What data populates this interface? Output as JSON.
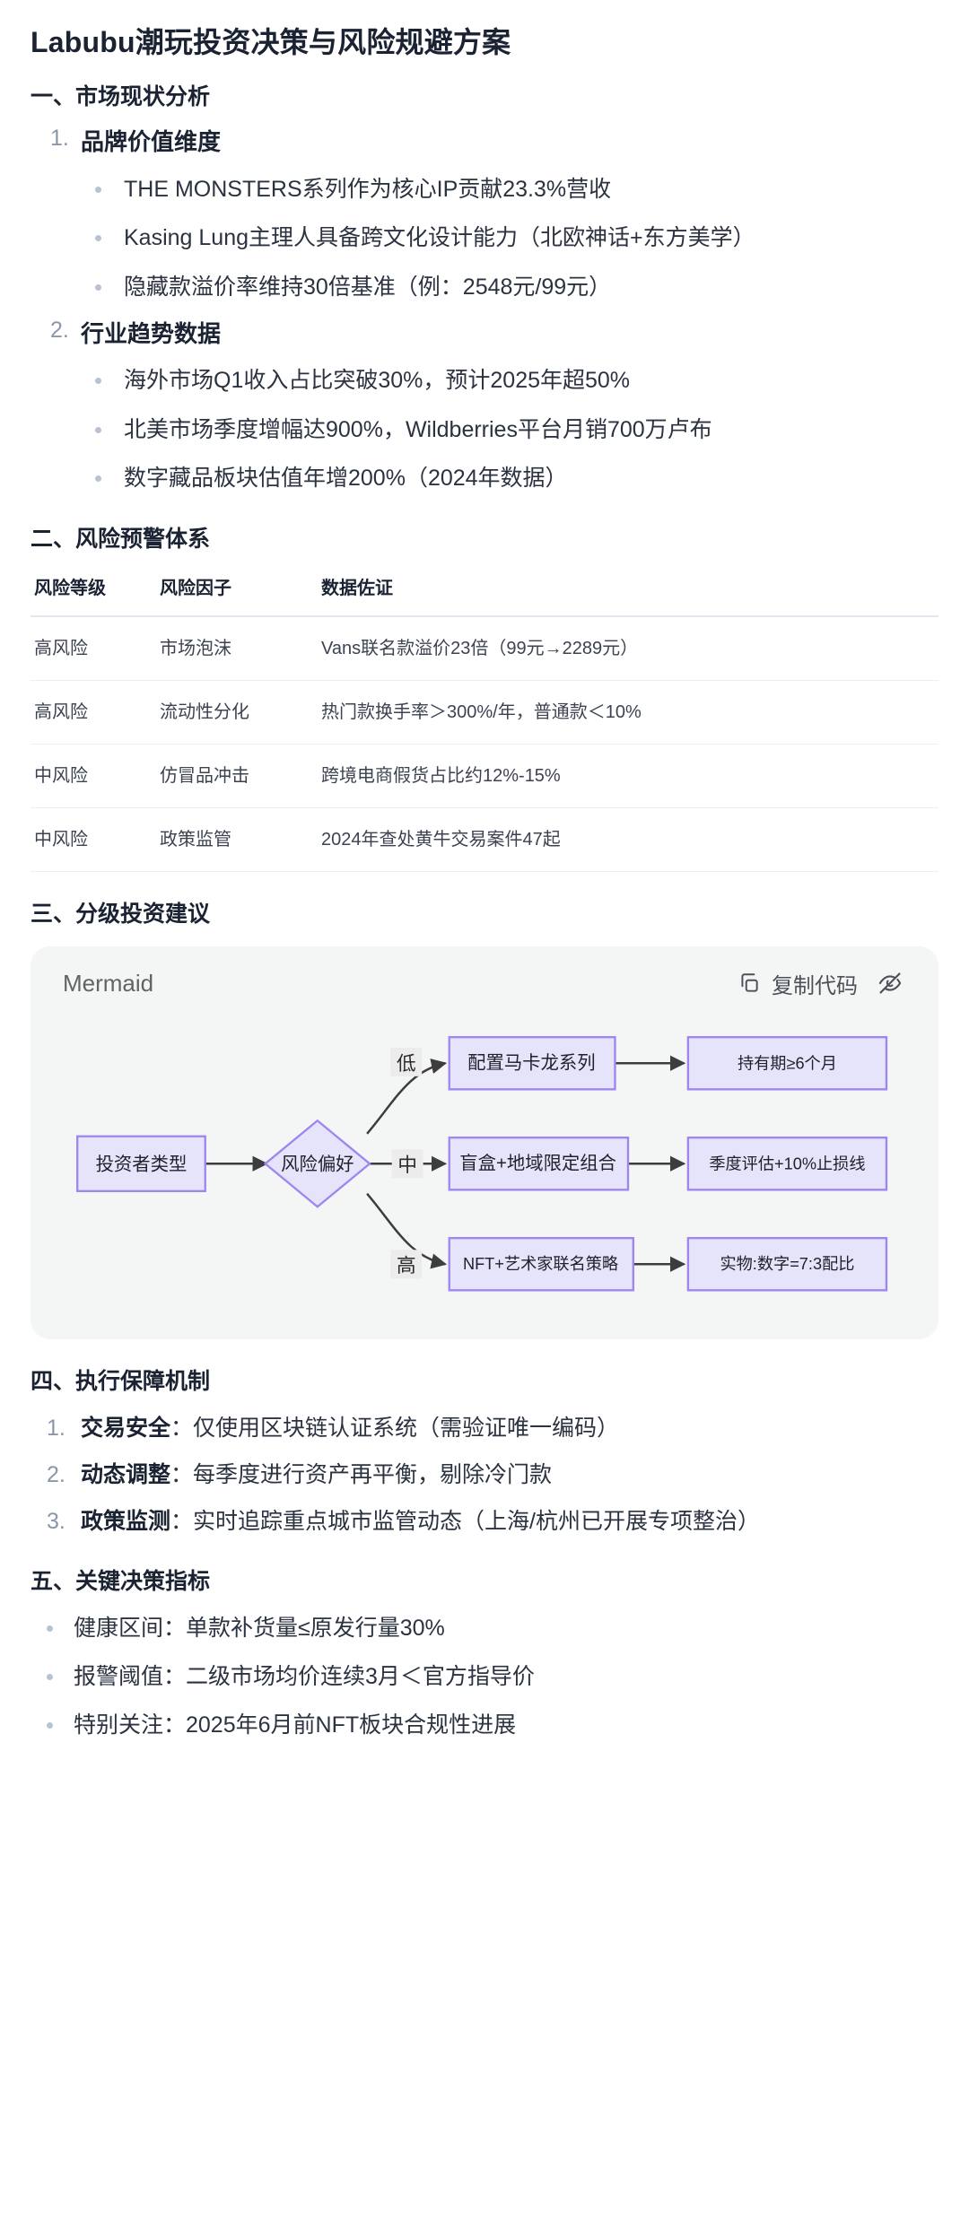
{
  "document": {
    "title": "Labubu潮玩投资决策与风险规避方案"
  },
  "sections": {
    "s1": {
      "heading": "一、市场现状分析",
      "items": [
        {
          "title": "品牌价值维度",
          "bullets": [
            "THE MONSTERS系列作为核心IP贡献23.3%营收",
            "Kasing Lung主理人具备跨文化设计能力（北欧神话+东方美学）",
            "隐藏款溢价率维持30倍基准（例：2548元/99元）"
          ]
        },
        {
          "title": "行业趋势数据",
          "bullets": [
            "海外市场Q1收入占比突破30%，预计2025年超50%",
            "北美市场季度增幅达900%，Wildberries平台月销700万卢布",
            "数字藏品板块估值年增200%（2024年数据）"
          ]
        }
      ]
    },
    "s2": {
      "heading": "二、风险预警体系",
      "table": {
        "columns": [
          "风险等级",
          "风险因子",
          "数据佐证"
        ],
        "rows": [
          [
            "高风险",
            "市场泡沫",
            "Vans联名款溢价23倍（99元→2289元）"
          ],
          [
            "高风险",
            "流动性分化",
            "热门款换手率＞300%/年，普通款＜10%"
          ],
          [
            "中风险",
            "仿冒品冲击",
            "跨境电商假货占比约12%-15%"
          ],
          [
            "中风险",
            "政策监管",
            "2024年查处黄牛交易案件47起"
          ]
        ]
      }
    },
    "s3": {
      "heading": "三、分级投资建议",
      "code_card": {
        "language_label": "Mermaid",
        "copy_label": "复制代码",
        "copy_icon": "copy-icon",
        "hide_icon": "eye-off-icon"
      },
      "flowchart": {
        "nodes": [
          {
            "id": "n1",
            "label": "投资者类型",
            "shape": "rect"
          },
          {
            "id": "n2",
            "label": "风险偏好",
            "shape": "diamond"
          },
          {
            "id": "n3",
            "label": "配置马卡龙系列",
            "shape": "rect"
          },
          {
            "id": "n4",
            "label": "持有期≥6个月",
            "shape": "rect"
          },
          {
            "id": "n5",
            "label": "盲盒+地域限定组合",
            "shape": "rect"
          },
          {
            "id": "n6",
            "label": "季度评估+10%止损线",
            "shape": "rect"
          },
          {
            "id": "n7",
            "label": "NFT+艺术家联名策略",
            "shape": "rect"
          },
          {
            "id": "n8",
            "label": "实物:数字=7:3配比",
            "shape": "rect"
          }
        ],
        "edges": [
          {
            "from": "n1",
            "to": "n2",
            "label": ""
          },
          {
            "from": "n2",
            "to": "n3",
            "label": "低"
          },
          {
            "from": "n3",
            "to": "n4",
            "label": ""
          },
          {
            "from": "n2",
            "to": "n5",
            "label": "中"
          },
          {
            "from": "n5",
            "to": "n6",
            "label": ""
          },
          {
            "from": "n2",
            "to": "n7",
            "label": "高"
          },
          {
            "from": "n7",
            "to": "n8",
            "label": ""
          }
        ]
      }
    },
    "s4": {
      "heading": "四、执行保障机制",
      "items": [
        {
          "key": "交易安全",
          "sep": "：",
          "value": "仅使用区块链认证系统（需验证唯一编码）"
        },
        {
          "key": "动态调整",
          "sep": "：",
          "value": "每季度进行资产再平衡，剔除冷门款"
        },
        {
          "key": "政策监测",
          "sep": "：",
          "value": "实时追踪重点城市监管动态（上海/杭州已开展专项整治）"
        }
      ]
    },
    "s5": {
      "heading": "五、关键决策指标",
      "bullets": [
        "健康区间：单款补货量≤原发行量30%",
        "报警阈值：二级市场均价连续3月＜官方指导价",
        "特别关注：2025年6月前NFT板块合规性进展"
      ]
    }
  },
  "colors": {
    "node_fill": "#e6e4fb",
    "node_stroke": "#9f85f0",
    "card_bg": "#f4f5f5",
    "text": "#1b2333",
    "muted": "#8b96a8"
  }
}
